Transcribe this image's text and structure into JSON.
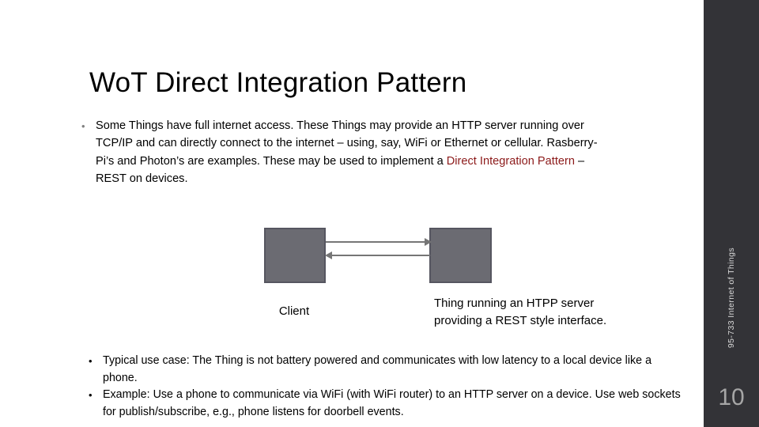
{
  "slide": {
    "title": "WoT Direct Integration Pattern",
    "page_number": "10",
    "course_label": "95-733 Internet of Things",
    "background_color": "#ffffff",
    "sidebar_color": "#333337",
    "accent_red": "#8c1a1a",
    "box_fill": "#6b6b72"
  },
  "intro_bullet": {
    "marker": "•",
    "text_before": "Some Things have full internet access. These Things may provide an HTTP server running over TCP/IP  and can directly connect to the internet – using, say, WiFi or Ethernet or cellular. Rasberry-Pi’s and Photon’s are examples. These may be used to implement a ",
    "highlight": "Direct Integration Pattern",
    "text_after": " – REST on devices."
  },
  "diagram": {
    "client_label": "Client",
    "thing_label": "Thing running an HTPP server providing a REST style interface.",
    "arrows": [
      {
        "name": "request-arrow",
        "direction": "right"
      },
      {
        "name": "response-arrow",
        "direction": "left"
      }
    ]
  },
  "bottom_bullets": [
    {
      "marker": "•",
      "text": "Typical use case: The Thing is not battery powered and communicates with low latency to a local device like a phone."
    },
    {
      "marker": "•",
      "text": "Example: Use a phone to communicate via WiFi (with WiFi router) to an HTTP server on a device. Use web sockets for publish/subscribe, e.g., phone listens for doorbell events."
    }
  ]
}
